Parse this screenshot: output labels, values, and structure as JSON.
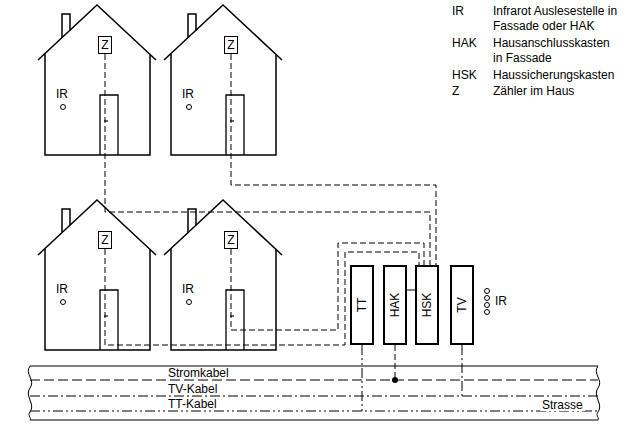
{
  "diagram": {
    "nodes": [
      {
        "text": [
          "Z"
        ]
      },
      {
        "text": [
          "Z"
        ]
      },
      {
        "text": [
          "Z"
        ]
      },
      {
        "text": [
          "Z"
        ]
      },
      {
        "text": [
          "TT"
        ]
      },
      {
        "text": [
          "HAK"
        ]
      },
      {
        "text": [
          "HSK"
        ]
      },
      {
        "text": [
          "TV"
        ]
      }
    ],
    "edges": [
      {
        "from": 0,
        "to": 6,
        "arrow": "none"
      },
      {
        "from": 1,
        "to": 6,
        "arrow": "none"
      },
      {
        "from": 2,
        "to": 6,
        "arrow": "none"
      },
      {
        "from": 3,
        "to": 6,
        "arrow": "none"
      },
      {
        "from": 5,
        "to": 6,
        "arrow": "none"
      }
    ],
    "labels": [
      "IR",
      "Infrarot Auslesestelle in Fassade oder HAK",
      "HAK",
      "Hausanschlusskasten in Fassade",
      "HSK",
      "Haussicherungskasten",
      "Z",
      "Zähler im Haus",
      "IR",
      "IR",
      "IR",
      "IR",
      "IR",
      "Stromkabel",
      "TV-Kabel",
      "TT-Kabel",
      "Strasse"
    ]
  }
}
